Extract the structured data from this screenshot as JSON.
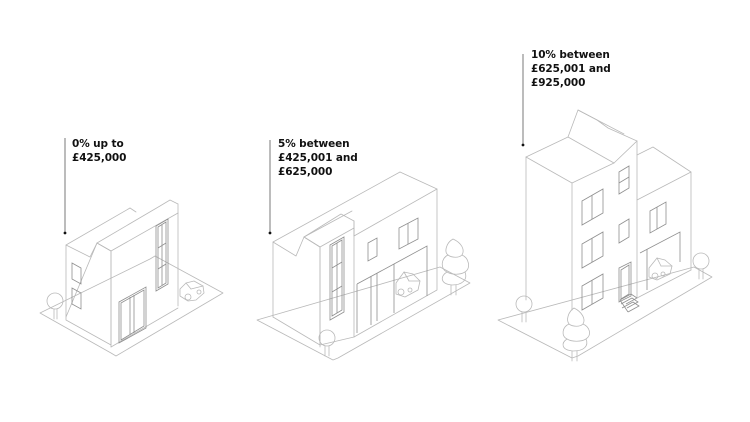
{
  "tiers": [
    {
      "rate": "0%",
      "lines": [
        "0% up to",
        "£425,000"
      ],
      "range_from": null,
      "range_to": "£425,000",
      "illustration": "small-detached-house-icon"
    },
    {
      "rate": "5%",
      "lines": [
        "5% between",
        "£425,001 and",
        "£625,000"
      ],
      "range_from": "£425,001",
      "range_to": "£625,000",
      "illustration": "medium-house-with-garage-icon"
    },
    {
      "rate": "10%",
      "lines": [
        "10% between",
        "£625,001 and",
        "£925,000"
      ],
      "range_from": "£625,001",
      "range_to": "£925,000",
      "illustration": "tall-townhouse-with-garage-icon"
    }
  ],
  "colors": {
    "background": "#ffffff",
    "text": "#111111",
    "line_art": "#b9b9b9",
    "pointer": "#6a6a6a"
  }
}
